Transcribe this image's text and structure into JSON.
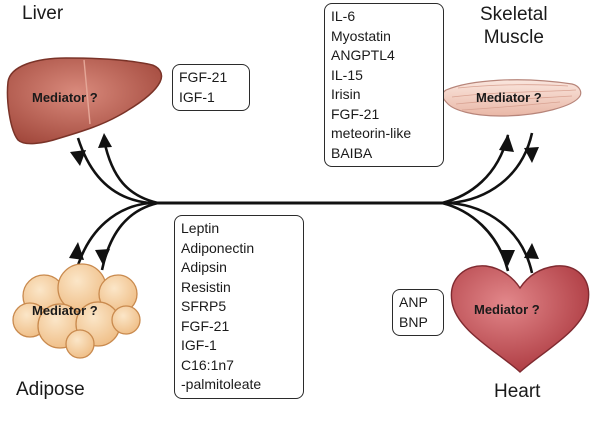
{
  "organs": {
    "liver": {
      "title": "Liver",
      "mediator": "Mediator ?"
    },
    "muscle": {
      "title_lines": [
        "Skeletal",
        "Muscle"
      ],
      "mediator": "Mediator ?"
    },
    "adipose": {
      "title": "Adipose",
      "mediator": "Mediator ?"
    },
    "heart": {
      "title": "Heart",
      "mediator": "Mediator ?"
    }
  },
  "mediator_lists": {
    "liver": [
      "FGF-21",
      "IGF-1"
    ],
    "muscle": [
      "IL-6",
      "Myostatin",
      "ANGPTL4",
      "IL-15",
      "Irisin",
      "FGF-21",
      "meteorin-like",
      "BAIBA"
    ],
    "adipose": [
      "Leptin",
      "Adiponectin",
      "Adipsin",
      "Resistin",
      "SFRP5",
      "FGF-21",
      "IGF-1",
      "C16:1n7",
      " -palmitoleate"
    ],
    "heart": [
      "ANP",
      "BNP"
    ]
  },
  "colors": {
    "liver_fill": "#b85c4e",
    "muscle_fill": "#f3d2c6",
    "adipose_fill": "#f6d3a4",
    "heart_fill": "#c24a4c",
    "line": "#111111"
  }
}
